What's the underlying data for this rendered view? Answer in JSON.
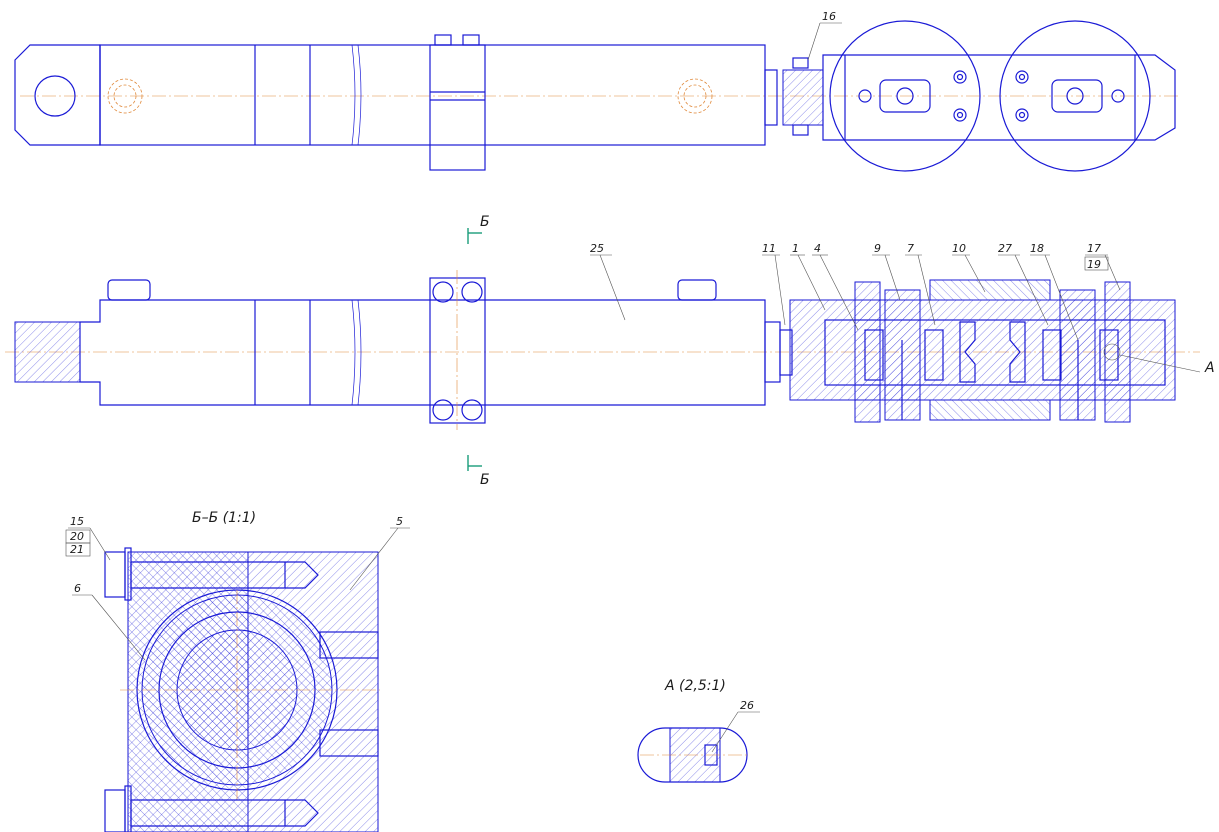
{
  "drawing": {
    "section_marker": "Б",
    "section_title": "Б–Б (1:1)",
    "detail_marker": "А",
    "detail_title": "А (2,5:1)",
    "callouts_top": {
      "c16": "16"
    },
    "callouts_mid": {
      "c25": "25",
      "c11": "11",
      "c1": "1",
      "c4": "4",
      "c9": "9",
      "c7": "7",
      "c10": "10",
      "c27": "27",
      "c18": "18",
      "c17": "17",
      "c19": "19"
    },
    "callouts_section": {
      "c15": "15",
      "c20": "20",
      "c21": "21",
      "c6": "6",
      "c5": "5"
    },
    "callouts_detail": {
      "c26": "26"
    },
    "colors": {
      "line": "#1a1ad6",
      "axis": "#e08a3c",
      "section_mark": "#1a9c7a"
    }
  }
}
